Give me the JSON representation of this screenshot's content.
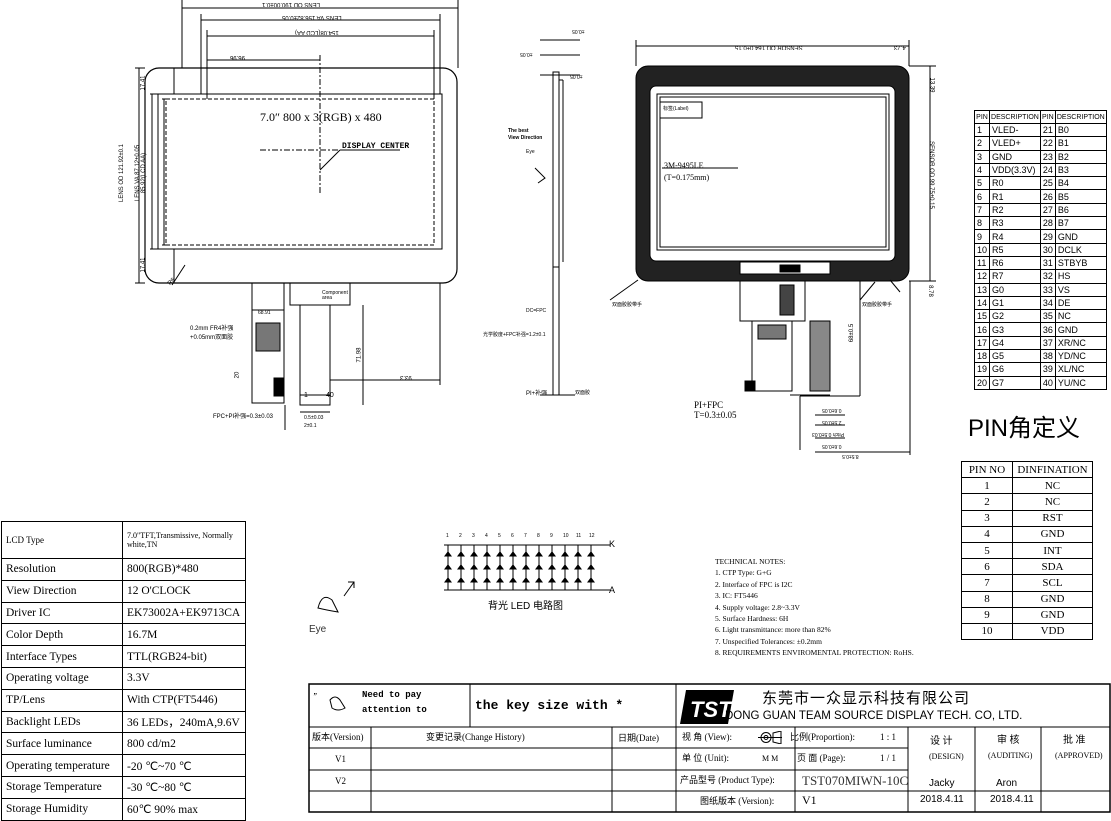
{
  "front_view": {
    "display_text": "7.0″ 800 x 3(RGB) x 480",
    "display_center": "DISPLAY CENTER",
    "dim_top_outer": "LENS OD 190.00±0.1",
    "dim_top_va": "LENS VA 156.82±0.05",
    "dim_top_aa": "154.08(LCD AA)",
    "dim_left": "96.96",
    "dim_v_outer": "LENS OD 121.92±0.1",
    "dim_v_va": "LENS VA 87.12±0.05",
    "dim_v_aa": "85.92(LCD AA)",
    "dim_17_41a": "17.41",
    "dim_17_41b": "17.41",
    "corner_r": "R6",
    "component_area": "Component area",
    "fpc_w": "68.91",
    "fr4_note1": "0.2mm FR4补强",
    "fr4_note2": "+0.05mm双面胶",
    "fpc_len": "71.98",
    "fpc_side": "93.3",
    "dim_20": "20",
    "pin_1": "1",
    "pin_40": "40",
    "fpc_thick": "FPC+PI补强=0.3±0.03",
    "pitch1": "0.5±0.03",
    "pitch2": "2±0.1"
  },
  "side_view": {
    "dims_top": [
      "±0.05",
      "±0.05",
      "±0.05"
    ],
    "best_view_1": "The best",
    "best_view_2": "View Direction",
    "eye": "Eye",
    "bot1": "DC=FPC",
    "bot2": "光学胶度+FPC补强=1.2±0.1",
    "bot3": "PI+补强",
    "bot4": "双面胶"
  },
  "back_view": {
    "dim_top": "SENSOR OD 164.0±0.15",
    "dim_right": "SENSOR OD 99.75±0.15",
    "dim_tr": "13.39",
    "dim_tr2": "4.73",
    "label_box": "标签(Label)",
    "tape1": "3M-9495LE",
    "tape2": "(T=0.175mm)",
    "tape_bottom": "双面胶胶带手",
    "tape_bottom2": "双面胶胶带手",
    "dim_br": "8.78",
    "fpc_len": "68±0.5",
    "pi_fpc1": "PI+FPC",
    "pi_fpc2": "T=0.3±0.05",
    "dims_bottom": [
      "0.6±0.05",
      "2.5±0.05",
      "Pitch 0.5±0.03",
      "0.6±0.05",
      "8.5±0.5"
    ]
  },
  "pin_table_1": {
    "headers": [
      "PIN",
      "DESCRIPTION",
      "PIN",
      "DESCRIPTION"
    ],
    "rows": [
      [
        "1",
        "VLED-",
        "21",
        "B0"
      ],
      [
        "2",
        "VLED+",
        "22",
        "B1"
      ],
      [
        "3",
        "GND",
        "23",
        "B2"
      ],
      [
        "4",
        "VDD(3.3V)",
        "24",
        "B3"
      ],
      [
        "5",
        "R0",
        "25",
        "B4"
      ],
      [
        "6",
        "R1",
        "26",
        "B5"
      ],
      [
        "7",
        "R2",
        "27",
        "B6"
      ],
      [
        "8",
        "R3",
        "28",
        "B7"
      ],
      [
        "9",
        "R4",
        "29",
        "GND"
      ],
      [
        "10",
        "R5",
        "30",
        "DCLK"
      ],
      [
        "11",
        "R6",
        "31",
        "STBYB"
      ],
      [
        "12",
        "R7",
        "32",
        "HS"
      ],
      [
        "13",
        "G0",
        "33",
        "VS"
      ],
      [
        "14",
        "G1",
        "34",
        "DE"
      ],
      [
        "15",
        "G2",
        "35",
        "NC"
      ],
      [
        "16",
        "G3",
        "36",
        "GND"
      ],
      [
        "17",
        "G4",
        "37",
        "XR/NC"
      ],
      [
        "18",
        "G5",
        "38",
        "YD/NC"
      ],
      [
        "19",
        "G6",
        "39",
        "XL/NC"
      ],
      [
        "20",
        "G7",
        "40",
        "YU/NC"
      ]
    ]
  },
  "pin_title": "PIN角定义",
  "pin_table_2": {
    "headers": [
      "PIN NO",
      "DINFINATION"
    ],
    "rows": [
      [
        "1",
        "NC"
      ],
      [
        "2",
        "NC"
      ],
      [
        "3",
        "RST"
      ],
      [
        "4",
        "GND"
      ],
      [
        "5",
        "INT"
      ],
      [
        "6",
        "SDA"
      ],
      [
        "7",
        "SCL"
      ],
      [
        "8",
        "GND"
      ],
      [
        "9",
        "GND"
      ],
      [
        "10",
        "VDD"
      ]
    ]
  },
  "spec_table": [
    [
      "LCD Type",
      "7.0\"TFT,Transmissive, Normally white,TN"
    ],
    [
      "Resolution",
      "800(RGB)*480"
    ],
    [
      "View Direction",
      "12 O'CLOCK"
    ],
    [
      "Driver IC",
      "EK73002A+EK9713CA"
    ],
    [
      "Color Depth",
      "16.7M"
    ],
    [
      "Interface Types",
      "TTL(RGB24-bit)"
    ],
    [
      "Operating voltage",
      "3.3V"
    ],
    [
      "TP/Lens",
      "With CTP(FT5446)"
    ],
    [
      "Backlight LEDs",
      "36 LEDs，240mA,9.6V"
    ],
    [
      "Surface luminance",
      "800 cd/m2"
    ],
    [
      "Operating temperature",
      "-20 ℃~70 ℃"
    ],
    [
      "Storage Temperature",
      "-30 ℃~80 ℃"
    ],
    [
      "Storage Humidity",
      "60℃ 90% max"
    ]
  ],
  "eye_label": "Eye",
  "backlight": {
    "cols": [
      "1",
      "2",
      "3",
      "4",
      "5",
      "6",
      "7",
      "8",
      "9",
      "10",
      "11",
      "12"
    ],
    "k": "K",
    "a": "A",
    "caption": "背光 LED 电路图"
  },
  "tech_notes": {
    "title": "TECHNICAL NOTES:",
    "items": [
      "1. CTP Type: G+G",
      "2. Interface of FPC is I2C",
      "3. IC: FT5446",
      "4. Supply voltage: 2.8~3.3V",
      "5. Surface Hardness: 6H",
      "6. Light transmittance: more than 82%",
      "7. Unspecified Tolerances: ±0.2mm",
      "8. REQUIREMENTS ENVIROMENTAL PROTECTION: RoHS."
    ]
  },
  "title_block": {
    "need1": "Need to pay",
    "need2": "attention to",
    "key_size": "the key size with *",
    "version_h": "版本(Version)",
    "change_h": "变更记录(Change History)",
    "date_h": "日期(Date)",
    "v1": "V1",
    "v2": "V2",
    "company_cn": "东莞市一众显示科技有限公司",
    "company_en": "DONG GUAN TEAM SOURCE DISPLAY TECH. CO, LTD.",
    "view_l": "视  角 (View):",
    "prop_l": "比例(Proportion):",
    "prop_v": "1 : 1",
    "unit_l": "单  位 (Unit):",
    "unit_v": "M M",
    "page_l": "页  面 (Page):",
    "page_v": "1 / 1",
    "prod_l": "产品型号 (Product Type):",
    "prod_v": "TST070MIWN-10C",
    "draw_l": "图纸版本 (Version):",
    "draw_v": "V1",
    "design_cn": "设  计",
    "design_en": "(DESIGN)",
    "audit_cn": "审  核",
    "audit_en": "(AUDITING)",
    "appr_cn": "批  准",
    "appr_en": "(APPROVED)",
    "designer": "Jacky",
    "auditor": "Aron",
    "design_date": "2018.4.11",
    "audit_date": "2018.4.11"
  }
}
